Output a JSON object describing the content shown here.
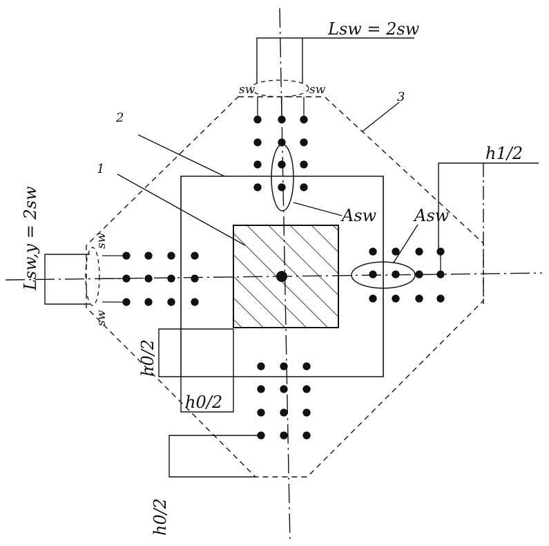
{
  "labels": {
    "column": "1",
    "inner_contour": "2",
    "outer_contour": "3",
    "l_top": "Lsw = 2sw",
    "l_left": "Lsw,y = 2sw",
    "h1_half": "h1/2",
    "h0_half_a": "h0/2",
    "h0_half_b": "h0/2",
    "h0_half_c": "h0/2",
    "a_sw_top": "Asw",
    "a_sw_right": "Asw",
    "sw_top_left": "sw",
    "sw_top_right": "sw",
    "sw_left_top": "sw",
    "sw_left_bottom": "sw"
  },
  "colors": {
    "ink": "#111111",
    "background": "#ffffff"
  }
}
